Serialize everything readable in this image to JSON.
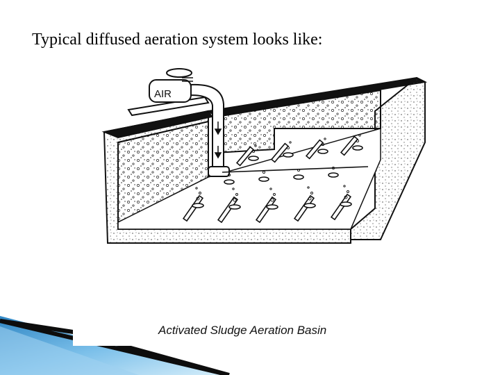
{
  "slide": {
    "title": "Typical diffused aeration system looks like:"
  },
  "diagram": {
    "blower_label": "AIR",
    "caption": "Activated Sludge Aeration Basin"
  },
  "theme": {
    "accent_blue": "#4a9fd4",
    "accent_light": "#a9d6f0",
    "ink": "#111111"
  }
}
